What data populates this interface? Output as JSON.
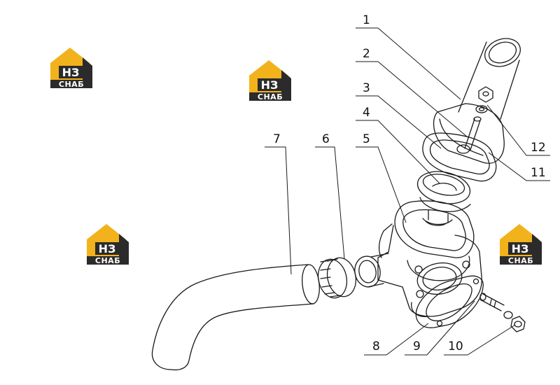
{
  "logo": {
    "letters": "НЗ",
    "word": "СНАБ",
    "colors": {
      "house": "#f2b21b",
      "frame": "#2b2b2b",
      "text": "#ffffff"
    }
  },
  "callouts": {
    "c1": "1",
    "c2": "2",
    "c3": "3",
    "c4": "4",
    "c5": "5",
    "c6": "6",
    "c7": "7",
    "c8": "8",
    "c9": "9",
    "c10": "10",
    "c11": "11",
    "c12": "12"
  },
  "colors": {
    "line": "#1a1a1a",
    "background": "#ffffff"
  }
}
